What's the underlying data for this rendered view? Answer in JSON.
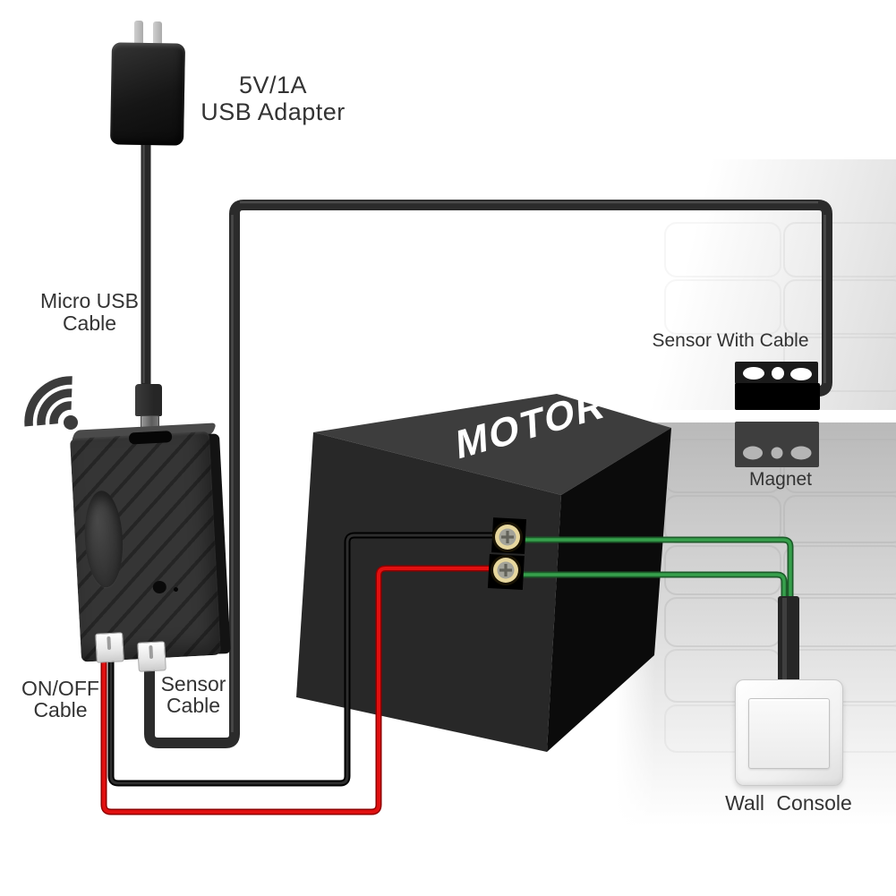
{
  "diagram": {
    "kind": "smart-garage-door-opener-wiring-diagram",
    "labels": {
      "usb_adapter_line1": "5V/1A",
      "usb_adapter_line2": "USB Adapter",
      "micro_usb_line1": "Micro USB",
      "micro_usb_line2": "Cable",
      "on_off_line1": "ON/OFF",
      "on_off_line2": "Cable",
      "sensor_cable_line1": "Sensor",
      "sensor_cable_line2": "Cable",
      "motor": "MOTOR",
      "sensor_with_cable": "Sensor With Cable",
      "magnet": "Magnet",
      "wall_console": "Wall Console"
    },
    "colors": {
      "wire_red": "#d40000",
      "wire_green": "#2e8440",
      "cable_black": "#2b2b2b",
      "screw_brass": "#e7d79e",
      "label_text": "#333333"
    },
    "connections": [
      {
        "from": "usb-adapter",
        "to": "wifi-switch",
        "via": "micro-usb-cable",
        "color": "#262626"
      },
      {
        "from": "wifi-switch",
        "to": "door-sensor",
        "via": "sensor-cable",
        "color": "#2b2b2b"
      },
      {
        "from": "wifi-switch",
        "to": "motor-terminal",
        "via": "on-off-wire-black",
        "color": "#1d1d1d"
      },
      {
        "from": "wifi-switch",
        "to": "motor-terminal",
        "via": "on-off-wire-red",
        "color": "#d40000"
      },
      {
        "from": "motor-terminal",
        "to": "wall-console",
        "via": "green-wire-1",
        "color": "#2e8440"
      },
      {
        "from": "motor-terminal",
        "to": "wall-console",
        "via": "green-wire-2",
        "color": "#2e8440"
      }
    ]
  }
}
